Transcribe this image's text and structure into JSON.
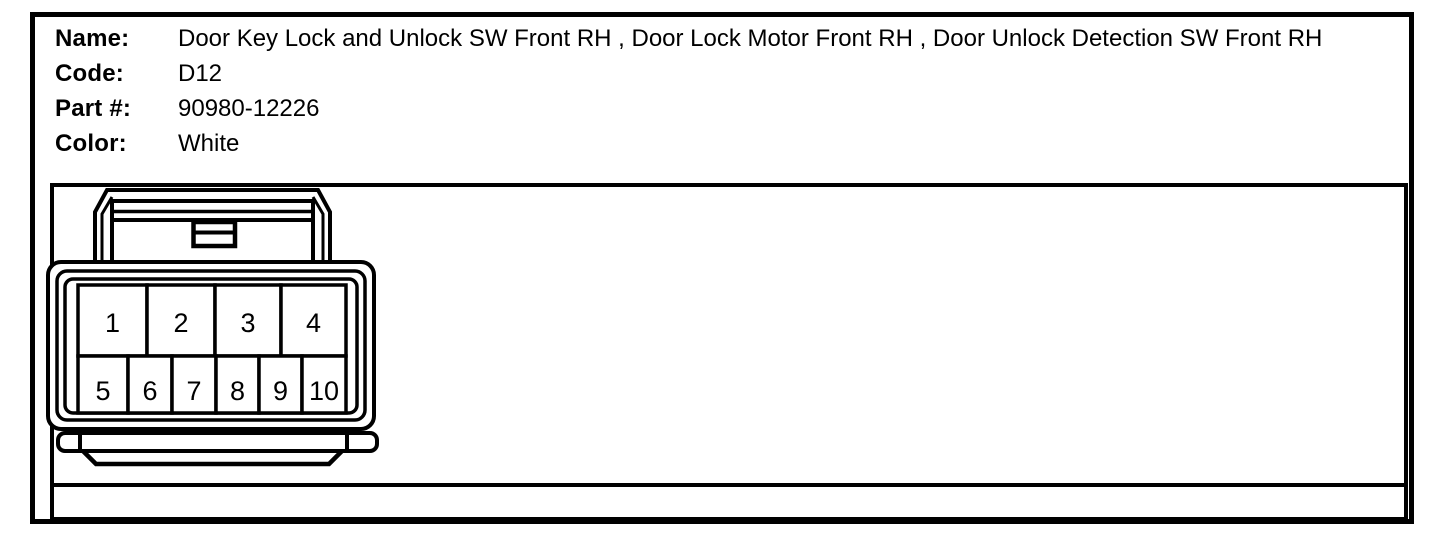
{
  "page": {
    "background": "#ffffff",
    "line_color": "#000000"
  },
  "header": {
    "fields": [
      {
        "label": "Name:",
        "value": "Door Key Lock and Unlock SW Front RH , Door Lock Motor Front RH , Door Unlock Detection SW Front RH"
      },
      {
        "label": "Code:",
        "value": "D12"
      },
      {
        "label": "Part #:",
        "value": "90980-12226"
      },
      {
        "label": "Color:",
        "value": "White"
      }
    ]
  },
  "connector": {
    "pins_top": [
      "1",
      "2",
      "3",
      "4"
    ],
    "pins_bottom": [
      "5",
      "6",
      "7",
      "8",
      "9",
      "10"
    ]
  }
}
